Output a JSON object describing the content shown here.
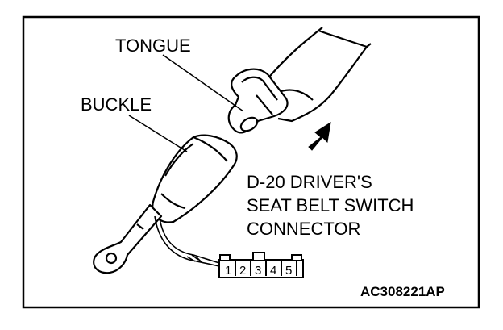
{
  "labels": {
    "tongue": "TONGUE",
    "buckle": "BUCKLE",
    "connector_line1": "D-20 DRIVER'S",
    "connector_line2": "SEAT BELT SWITCH",
    "connector_line3": "CONNECTOR"
  },
  "connector_pins": [
    "1",
    "2",
    "3",
    "4",
    "5"
  ],
  "figure_code": "AC308221AP"
}
